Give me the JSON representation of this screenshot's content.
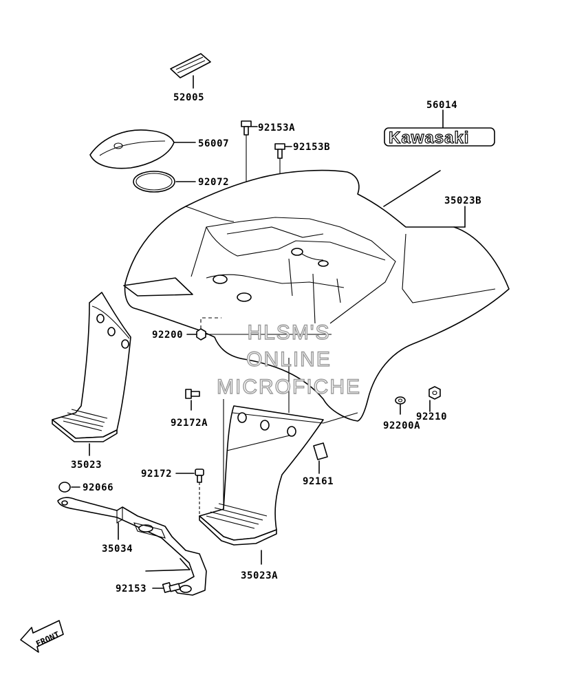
{
  "diagram": {
    "part_labels": {
      "p52005": "52005",
      "p56014": "56014",
      "p92153A": "92153A",
      "p56007": "56007",
      "p92153B": "92153B",
      "p92072": "92072",
      "p35023B": "35023B",
      "p92200": "92200",
      "p92172A": "92172A",
      "p35023": "35023",
      "p92200A": "92200A",
      "p92210": "92210",
      "p92161": "92161",
      "p92172": "92172",
      "p92066": "92066",
      "p35034": "35034",
      "p92153": "92153",
      "p35023A": "35023A"
    },
    "brand_decal_text": "Kawasaki",
    "front_arrow_text": "FRONT",
    "watermark": {
      "line1": "HLSM'S",
      "line2": "ONLINE",
      "line3": "MICROFICHE"
    },
    "colors": {
      "line": "#000000",
      "background": "#ffffff",
      "watermark": "#9a9a9a"
    }
  }
}
